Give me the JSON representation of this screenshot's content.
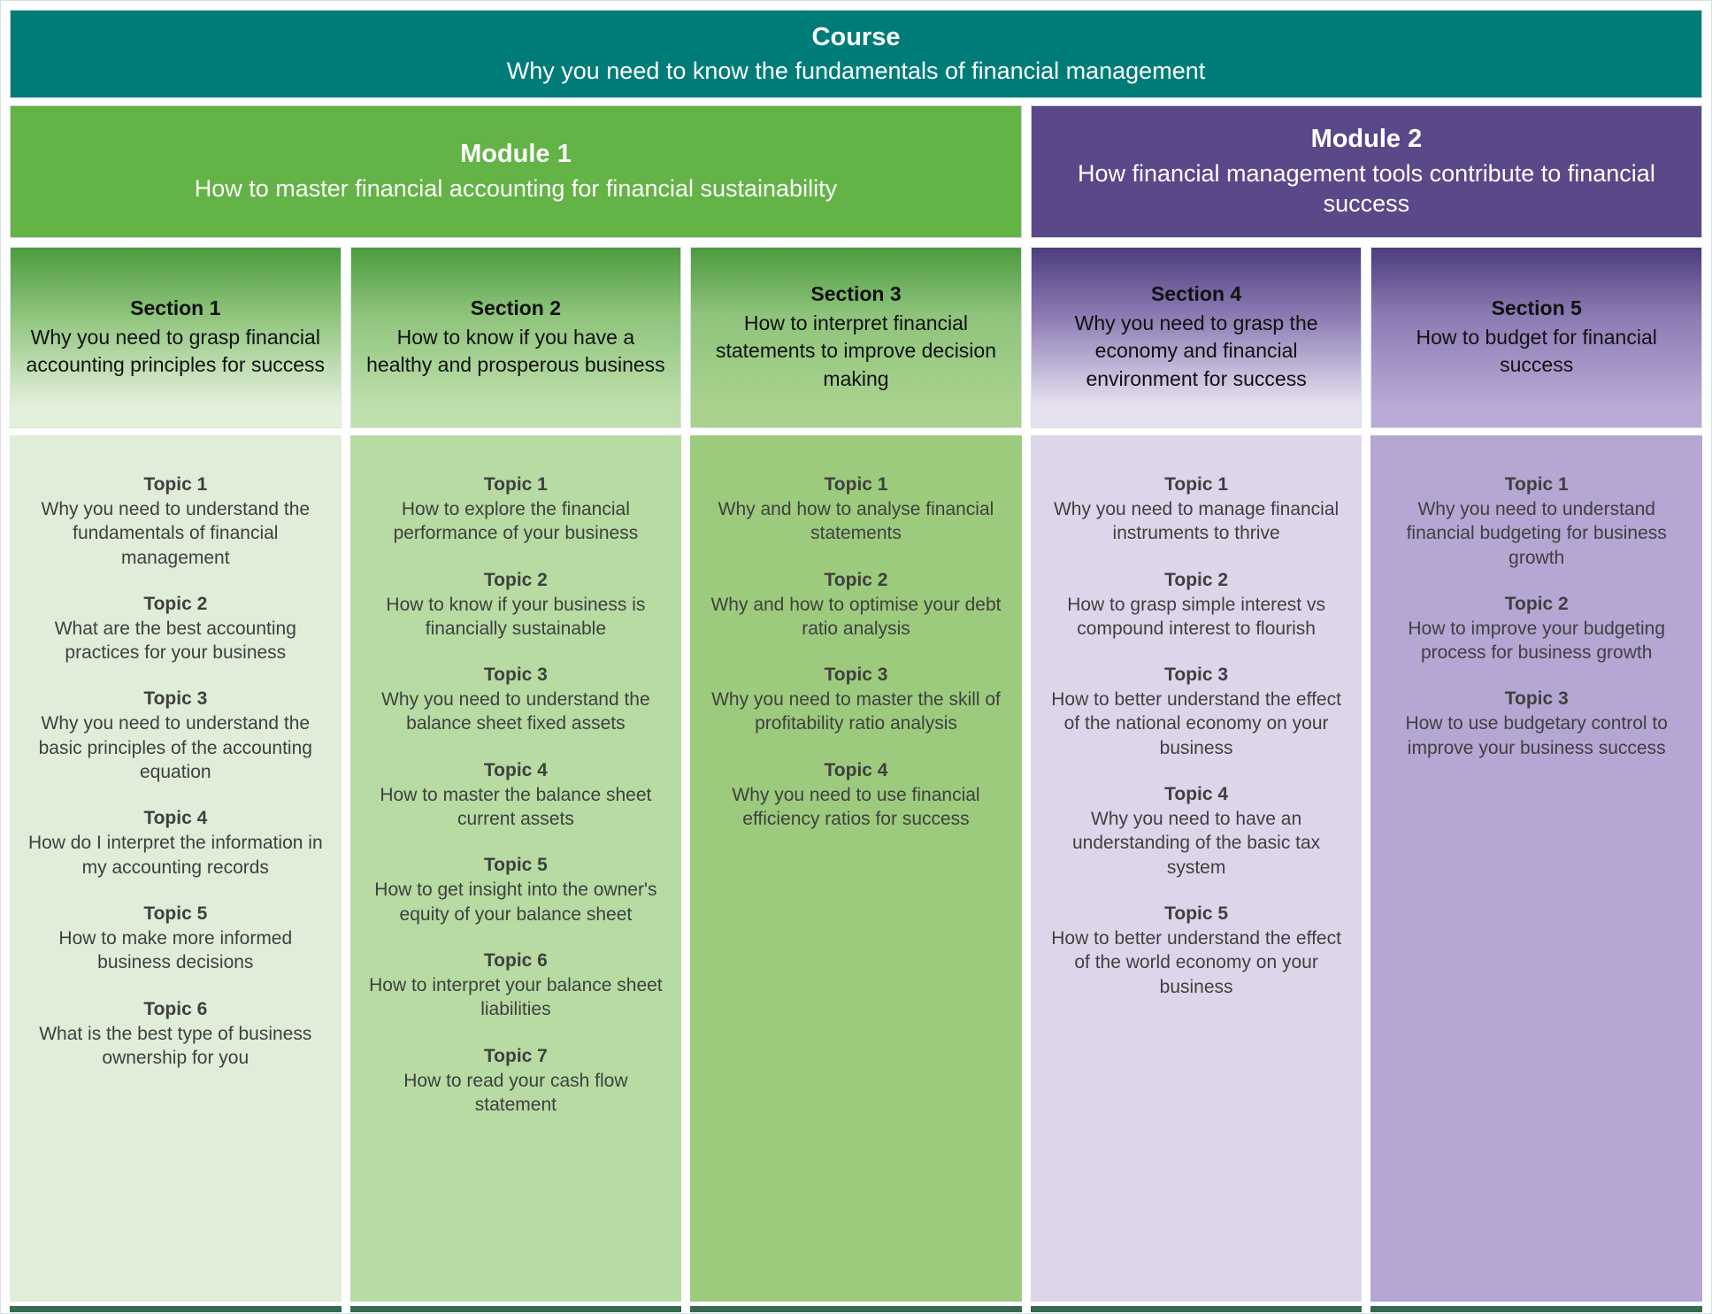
{
  "course": {
    "label": "Course",
    "title": "Why you need to know the fundamentals of financial management"
  },
  "modules": [
    {
      "label": "Module 1",
      "title": "How to master financial accounting for financial sustainability"
    },
    {
      "label": "Module 2",
      "title": "How financial management tools contribute to financial success"
    }
  ],
  "sections": [
    {
      "label": "Section 1",
      "title": "Why you need to grasp financial accounting principles for success",
      "topics": [
        {
          "label": "Topic 1",
          "title": "Why you need to understand the fundamentals of financial management"
        },
        {
          "label": "Topic 2",
          "title": "What are the best accounting practices for your business"
        },
        {
          "label": "Topic 3",
          "title": "Why you need to understand the basic principles of the accounting equation"
        },
        {
          "label": "Topic 4",
          "title": "How do I interpret the information in my accounting records"
        },
        {
          "label": "Topic 5",
          "title": "How to make more informed business decisions"
        },
        {
          "label": "Topic 6",
          "title": "What is the best type of business ownership for you"
        }
      ]
    },
    {
      "label": "Section 2",
      "title": "How to know if you have a healthy and prosperous business",
      "topics": [
        {
          "label": "Topic 1",
          "title": "How to explore the financial performance of your business"
        },
        {
          "label": "Topic 2",
          "title": "How to know if your business is financially sustainable"
        },
        {
          "label": "Topic 3",
          "title": "Why you need to understand the balance sheet fixed assets"
        },
        {
          "label": "Topic 4",
          "title": "How to master the balance sheet current assets"
        },
        {
          "label": "Topic 5",
          "title": "How to get insight into the owner's equity of your balance sheet"
        },
        {
          "label": "Topic 6",
          "title": "How to interpret your balance sheet liabilities"
        },
        {
          "label": "Topic 7",
          "title": "How to read your cash flow statement"
        }
      ]
    },
    {
      "label": "Section 3",
      "title": "How to interpret financial statements to improve decision making",
      "topics": [
        {
          "label": "Topic 1",
          "title": "Why and how to analyse financial statements"
        },
        {
          "label": "Topic 2",
          "title": "Why and how to optimise your debt ratio analysis"
        },
        {
          "label": "Topic 3",
          "title": "Why you need to master the skill of profitability ratio analysis"
        },
        {
          "label": "Topic 4",
          "title": "Why you need to use financial efficiency ratios for success"
        }
      ]
    },
    {
      "label": "Section 4",
      "title": "Why you need to grasp the economy and financial environment for success",
      "topics": [
        {
          "label": "Topic 1",
          "title": "Why you need to manage financial instruments to thrive"
        },
        {
          "label": "Topic 2",
          "title": "How to grasp simple interest vs compound interest to flourish"
        },
        {
          "label": "Topic 3",
          "title": "How to better understand the effect of the national economy on your business"
        },
        {
          "label": "Topic 4",
          "title": "Why you need to have an understanding of the basic tax system"
        },
        {
          "label": "Topic 5",
          "title": "How to better understand the effect of the world economy on your business"
        }
      ]
    },
    {
      "label": "Section 5",
      "title": "How to budget for financial success",
      "topics": [
        {
          "label": "Topic 1",
          "title": "Why you need to understand financial budgeting for business growth"
        },
        {
          "label": "Topic 2",
          "title": "How to improve your budgeting process for business growth"
        },
        {
          "label": "Topic 3",
          "title": "How to use budgetary control to improve your business success"
        }
      ]
    }
  ],
  "colors": {
    "course_header": "#007C78",
    "module1_green": "#63B346",
    "module2_purple": "#5A4889",
    "section_green_top": "#4C9B3F",
    "section_purple_top": "#4D3D7D",
    "column1_bg": "#E0EDD8",
    "column2_bg": "#B7DBA3",
    "column3_bg": "#9DCB7E",
    "column4_bg": "#DDD6EA",
    "column5_bg": "#B5A6D3",
    "bottom_strip": "#356B50"
  }
}
